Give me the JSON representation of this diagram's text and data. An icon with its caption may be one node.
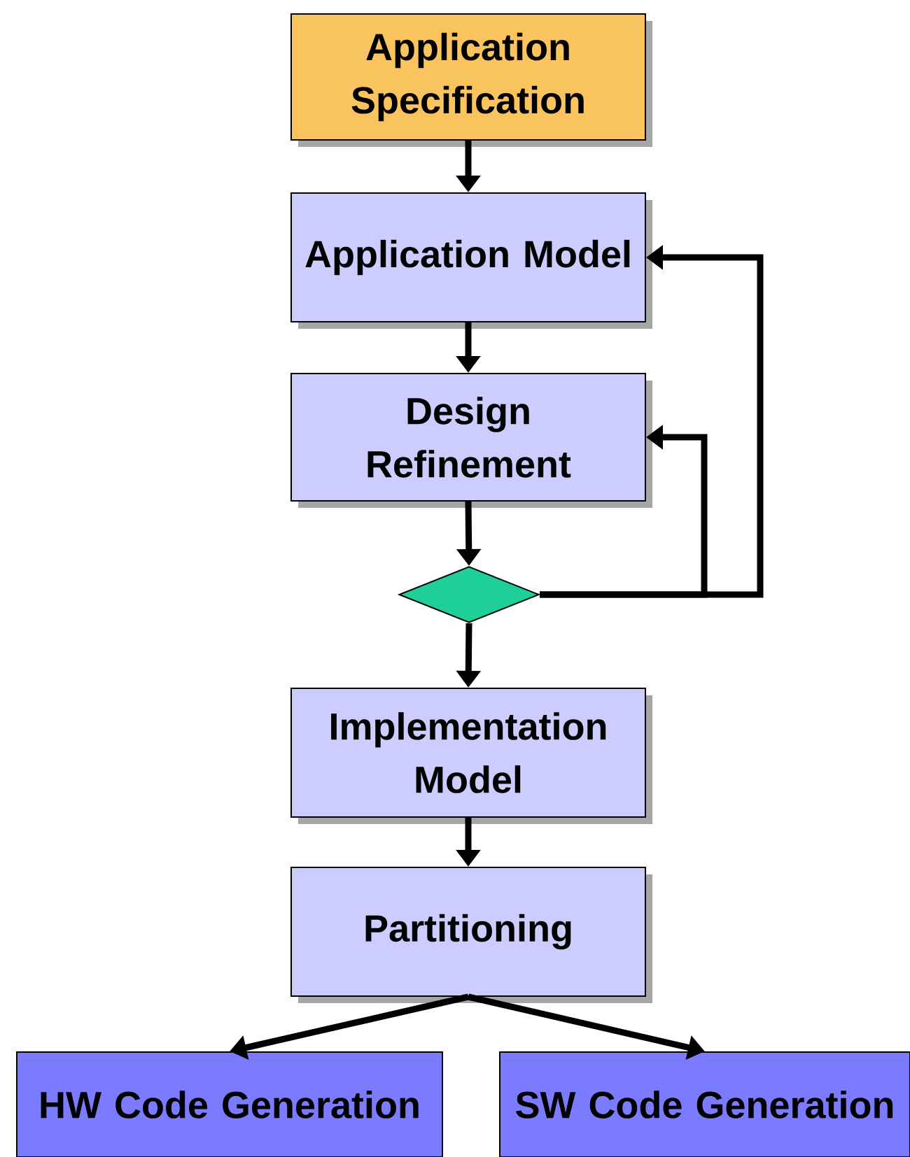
{
  "diagram": {
    "nodes": [
      {
        "text": [
          "Application Specification"
        ]
      },
      {
        "text": [
          "Application Model"
        ]
      },
      {
        "text": [
          "Design Refinement"
        ]
      },
      {
        "text": [],
        "shape": "diamond"
      },
      {
        "text": [
          "Implementation Model"
        ]
      },
      {
        "text": [
          "Partitioning"
        ]
      },
      {
        "text": [
          "HW Code Generation"
        ]
      },
      {
        "text": [
          "SW Code Generation"
        ]
      }
    ],
    "edges": [
      {
        "from": 0,
        "to": 1,
        "arrow": "to"
      },
      {
        "from": 1,
        "to": 2,
        "arrow": "to"
      },
      {
        "from": 2,
        "to": 3,
        "arrow": "to"
      },
      {
        "from": 3,
        "to": 1,
        "arrow": "to"
      },
      {
        "from": 3,
        "to": 2,
        "arrow": "to"
      },
      {
        "from": 3,
        "to": 4,
        "arrow": "to"
      },
      {
        "from": 4,
        "to": 5,
        "arrow": "to"
      },
      {
        "from": 5,
        "to": 6,
        "arrow": "to"
      },
      {
        "from": 5,
        "to": 7,
        "arrow": "to"
      }
    ]
  }
}
